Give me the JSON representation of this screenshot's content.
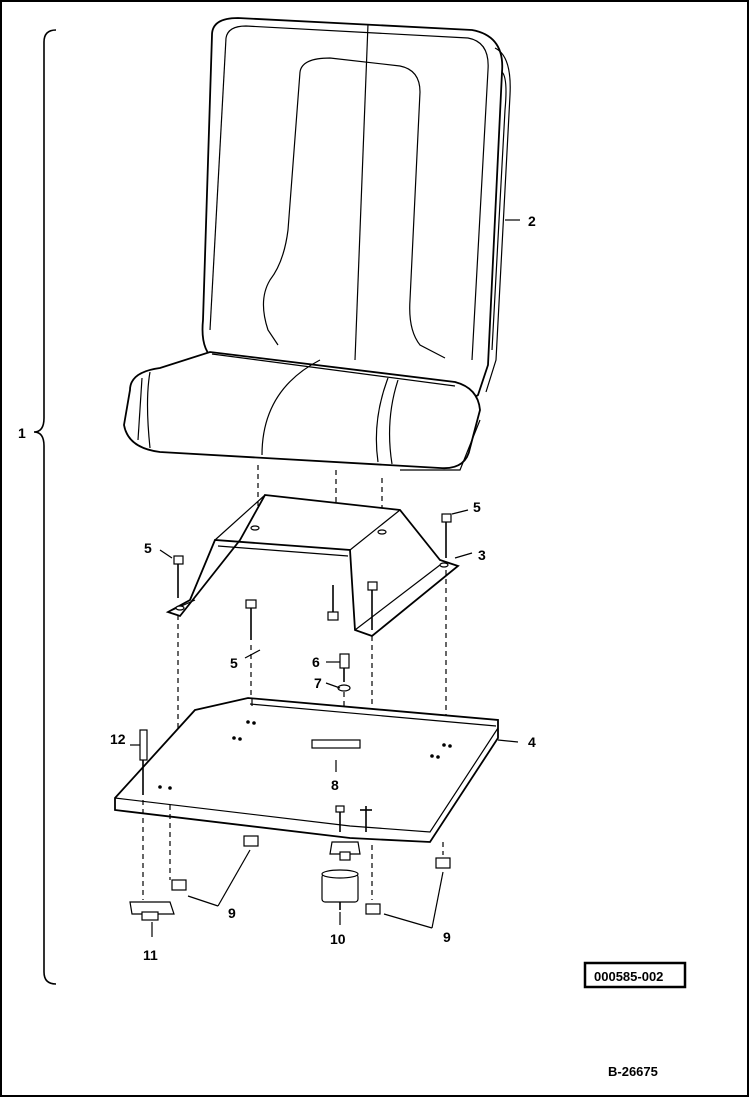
{
  "callouts": {
    "c1": "1",
    "c2": "2",
    "c3": "3",
    "c4": "4",
    "c5a": "5",
    "c5b": "5",
    "c5c": "5",
    "c6": "6",
    "c7": "7",
    "c8": "8",
    "c9a": "9",
    "c9b": "9",
    "c10": "10",
    "c11": "11",
    "c12": "12"
  },
  "drawing_ref": "000585-002",
  "page_ref": "B-26675"
}
